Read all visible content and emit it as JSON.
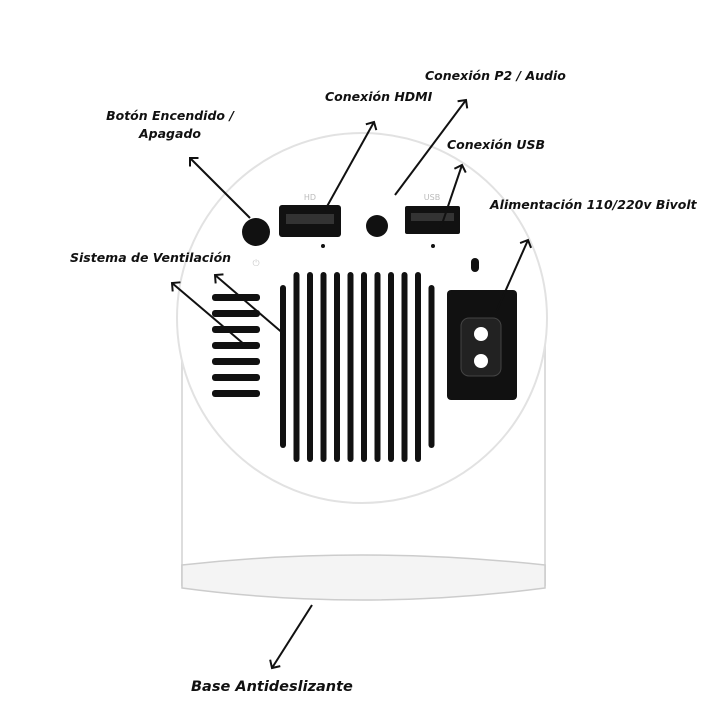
{
  "labels": {
    "power_button_line1": "Botón Encendido /",
    "power_button_line2": "Apagado",
    "hdmi": "Conexión HDMI",
    "audio": "Conexión P2 / Audio",
    "usb": "Conexión USB",
    "power_supply": "Alimentación 110/220v Bivolt",
    "ventilation": "Sistema de Ventilación",
    "base": "Base Antideslizante"
  },
  "port_marks": {
    "hdmi": "HD",
    "usb": "USB"
  },
  "colors": {
    "body": "#ffffff",
    "outline": "#d8d8d8",
    "port": "#111111",
    "text": "#111111"
  }
}
